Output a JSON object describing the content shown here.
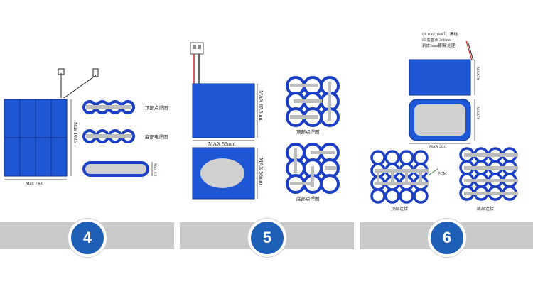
{
  "steps": [
    {
      "number": "4",
      "dim_height": "Max 103.5",
      "dim_width": "Max 74.0",
      "label_top": "顶部点焊图",
      "label_bottom": "底部电焊图",
      "dim_side": "Max 9.5"
    },
    {
      "number": "5",
      "dim_top_height": "MAX 67.5mm",
      "dim_width": "MAX 55mm",
      "dim_bottom_height": "MAX 56mm",
      "label_top": "顶部点焊图",
      "label_bottom": "底部点焊图"
    },
    {
      "number": "6",
      "wire_label_line1": "UL1007 16#红、黑线",
      "wire_label_line2": "PE套管长 200mm",
      "wire_label_line3": "剥皮5mm镀锡(处理)",
      "dim_height_top": "MAX70",
      "dim_height_bottom": "MAX70",
      "dim_width": "MAX 20.0",
      "pcm_label": "PCM",
      "label_left": "顶部连接",
      "label_right": "底部连接"
    }
  ],
  "colors": {
    "cell_blue": "#1e57d6",
    "ring_blue": "#1a3fc4",
    "bar_gray": "#c9c9c9",
    "badge_blue": "#1e5fb8"
  }
}
